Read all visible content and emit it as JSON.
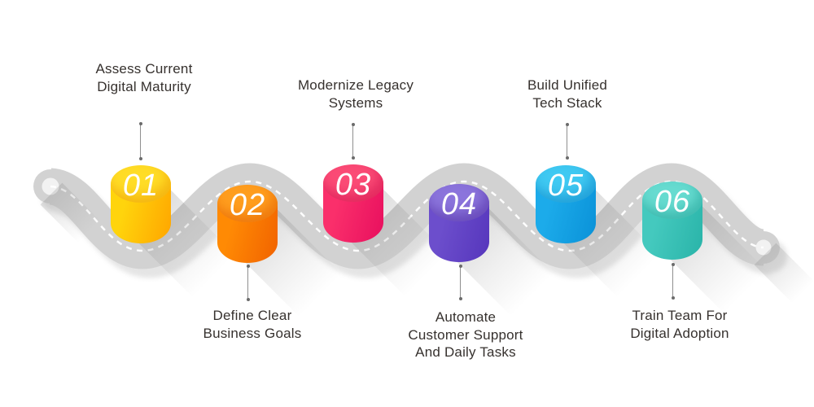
{
  "figure": {
    "type": "roadmap-timeline-infographic",
    "background_color": "#ffffff",
    "road": {
      "color": "#d2d2d2",
      "centerline_color": "#ffffff",
      "centerline_style": "dashed",
      "end_caps": "ring-circles",
      "ring_inner_color": "#f2f2f2"
    },
    "text_color": "#36312e"
  },
  "milestones": [
    {
      "number": "01",
      "label": "Assess Current Digital Maturity",
      "label_lines": [
        "Assess Current",
        "Digital Maturity"
      ],
      "label_position": "above",
      "color_top": "#ffdd26",
      "color_body": "#ffb000"
    },
    {
      "number": "02",
      "label": "Define Clear Business Goals",
      "label_lines": [
        "Define Clear",
        "Business Goals"
      ],
      "label_position": "below",
      "color_top": "#ff9e1e",
      "color_body": "#f97200"
    },
    {
      "number": "03",
      "label": "Modernize Legacy Systems",
      "label_lines": [
        "Modernize Legacy",
        "Systems"
      ],
      "label_position": "above",
      "color_top": "#fb4b76",
      "color_body": "#ef1a62"
    },
    {
      "number": "04",
      "label": "Automate Customer Support And Daily Tasks",
      "label_lines": [
        "Automate",
        "Customer Support",
        "And Daily Tasks"
      ],
      "label_position": "below",
      "color_top": "#8b74dc",
      "color_body": "#5f3ec3"
    },
    {
      "number": "05",
      "label": "Build Unified Tech Stack",
      "label_lines": [
        "Build Unified",
        "Tech Stack"
      ],
      "label_position": "above",
      "color_top": "#3fc9f2",
      "color_body": "#0f9bde"
    },
    {
      "number": "06",
      "label": "Train Team For Digital Adoption",
      "label_lines": [
        "Train Team For",
        "Digital Adoption"
      ],
      "label_position": "below",
      "color_top": "#66dbd0",
      "color_body": "#2fb9ae"
    }
  ]
}
